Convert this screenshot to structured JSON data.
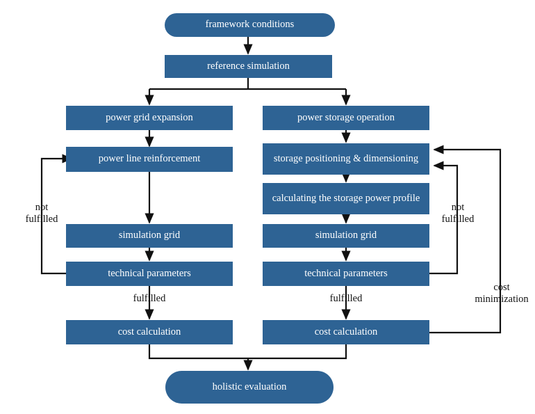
{
  "diagram": {
    "title": "holistic evaluation flowchart",
    "palette": {
      "node_fill": "#2e6394",
      "node_text": "#ffffff",
      "connector": "#111111",
      "background": "#ffffff"
    },
    "nodes": {
      "framework_conditions": "framework conditions",
      "reference_simulation": "reference simulation",
      "power_grid_expansion": "power grid expansion",
      "power_storage_operation": "power storage operation",
      "power_line_reinforcement": "power line reinforcement",
      "storage_positioning": "storage positioning &\ndimensioning",
      "calculating_storage_power_profile": "calculating the storage power\nprofile",
      "simulation_grid_left": "simulation grid",
      "simulation_grid_right": "simulation grid",
      "technical_parameters_left": "technical parameters",
      "technical_parameters_right": "technical parameters",
      "cost_calculation_left": "cost calculation",
      "cost_calculation_right": "cost calculation",
      "holistic_evaluation": "holistic evaluation"
    },
    "edge_labels": {
      "not_fulfilled_left": "not\nfulfilled",
      "not_fulfilled_right": "not\nfulfilled",
      "fulfilled_left": "fulfilled",
      "fulfilled_right": "fulfilled",
      "cost_minimization": "cost\nminimization"
    }
  }
}
